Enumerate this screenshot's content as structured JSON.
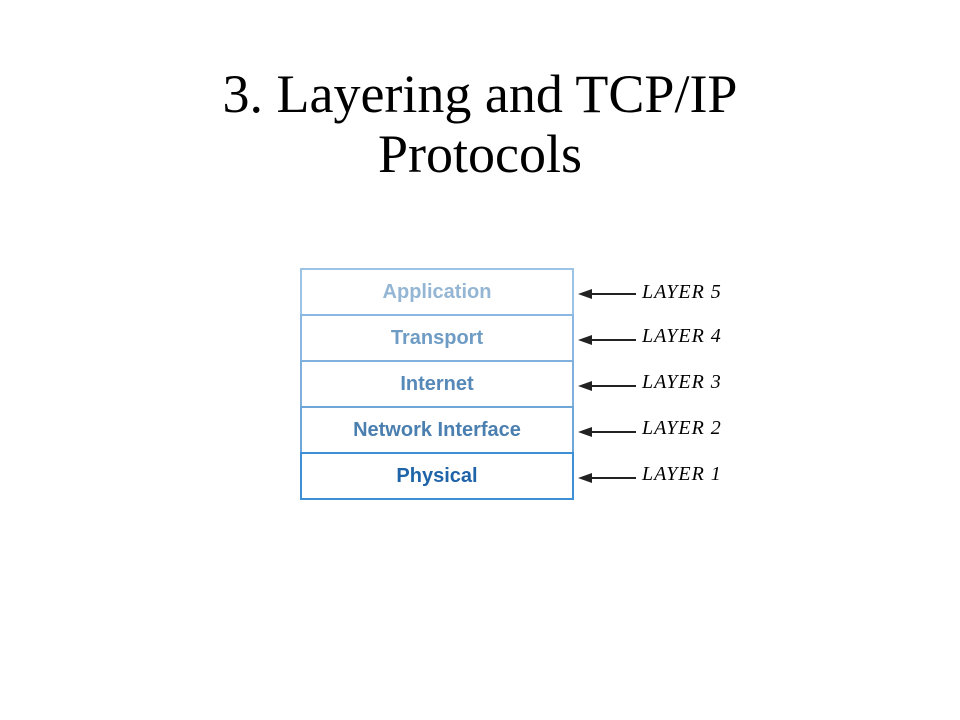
{
  "title": {
    "line1": "3. Layering and TCP/IP",
    "line2": "Protocols"
  },
  "diagram": {
    "layers": [
      {
        "name": "Application",
        "label": "LAYER 5",
        "color": "#94b6d4"
      },
      {
        "name": "Transport",
        "label": "LAYER 4",
        "color": "#6e9cc4"
      },
      {
        "name": "Internet",
        "label": "LAYER 3",
        "color": "#5688b8"
      },
      {
        "name": "Network Interface",
        "label": "LAYER 2",
        "color": "#4a7fb0"
      },
      {
        "name": "Physical",
        "label": "LAYER 1",
        "color": "#1f63a8"
      }
    ],
    "arrow_icon": "left-arrow-icon"
  }
}
